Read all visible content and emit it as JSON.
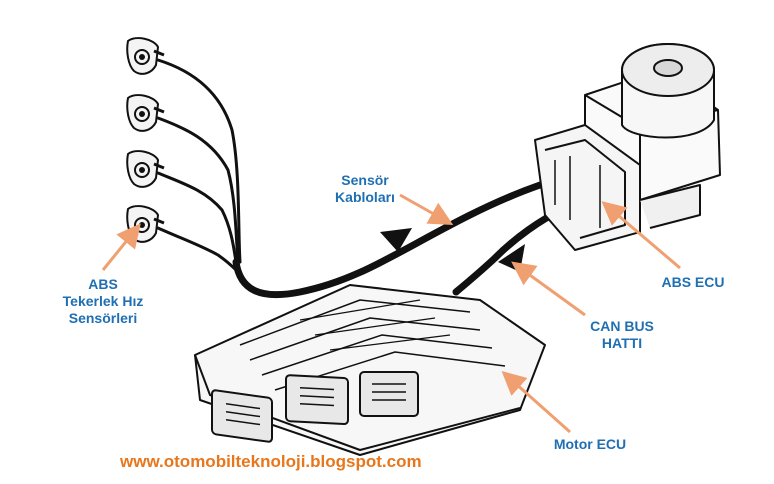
{
  "labels": {
    "abs_sensors": [
      "ABS",
      "Tekerlek Hız",
      "Sensörleri"
    ],
    "sensor_cables": [
      "Sensör",
      "Kabloları"
    ],
    "abs_ecu": "ABS ECU",
    "can_bus": [
      "CAN BUS",
      "HATTI"
    ],
    "motor_ecu": "Motor ECU"
  },
  "website": "www.otomobilteknoloji.blogspot.com",
  "colors": {
    "label": "#1f6fb2",
    "arrow": "#f0a070",
    "url": "#e8761b",
    "line": "#000000"
  },
  "icons": [
    "wheel-speed-sensor",
    "abs-ecu-module",
    "engine-ecu"
  ]
}
